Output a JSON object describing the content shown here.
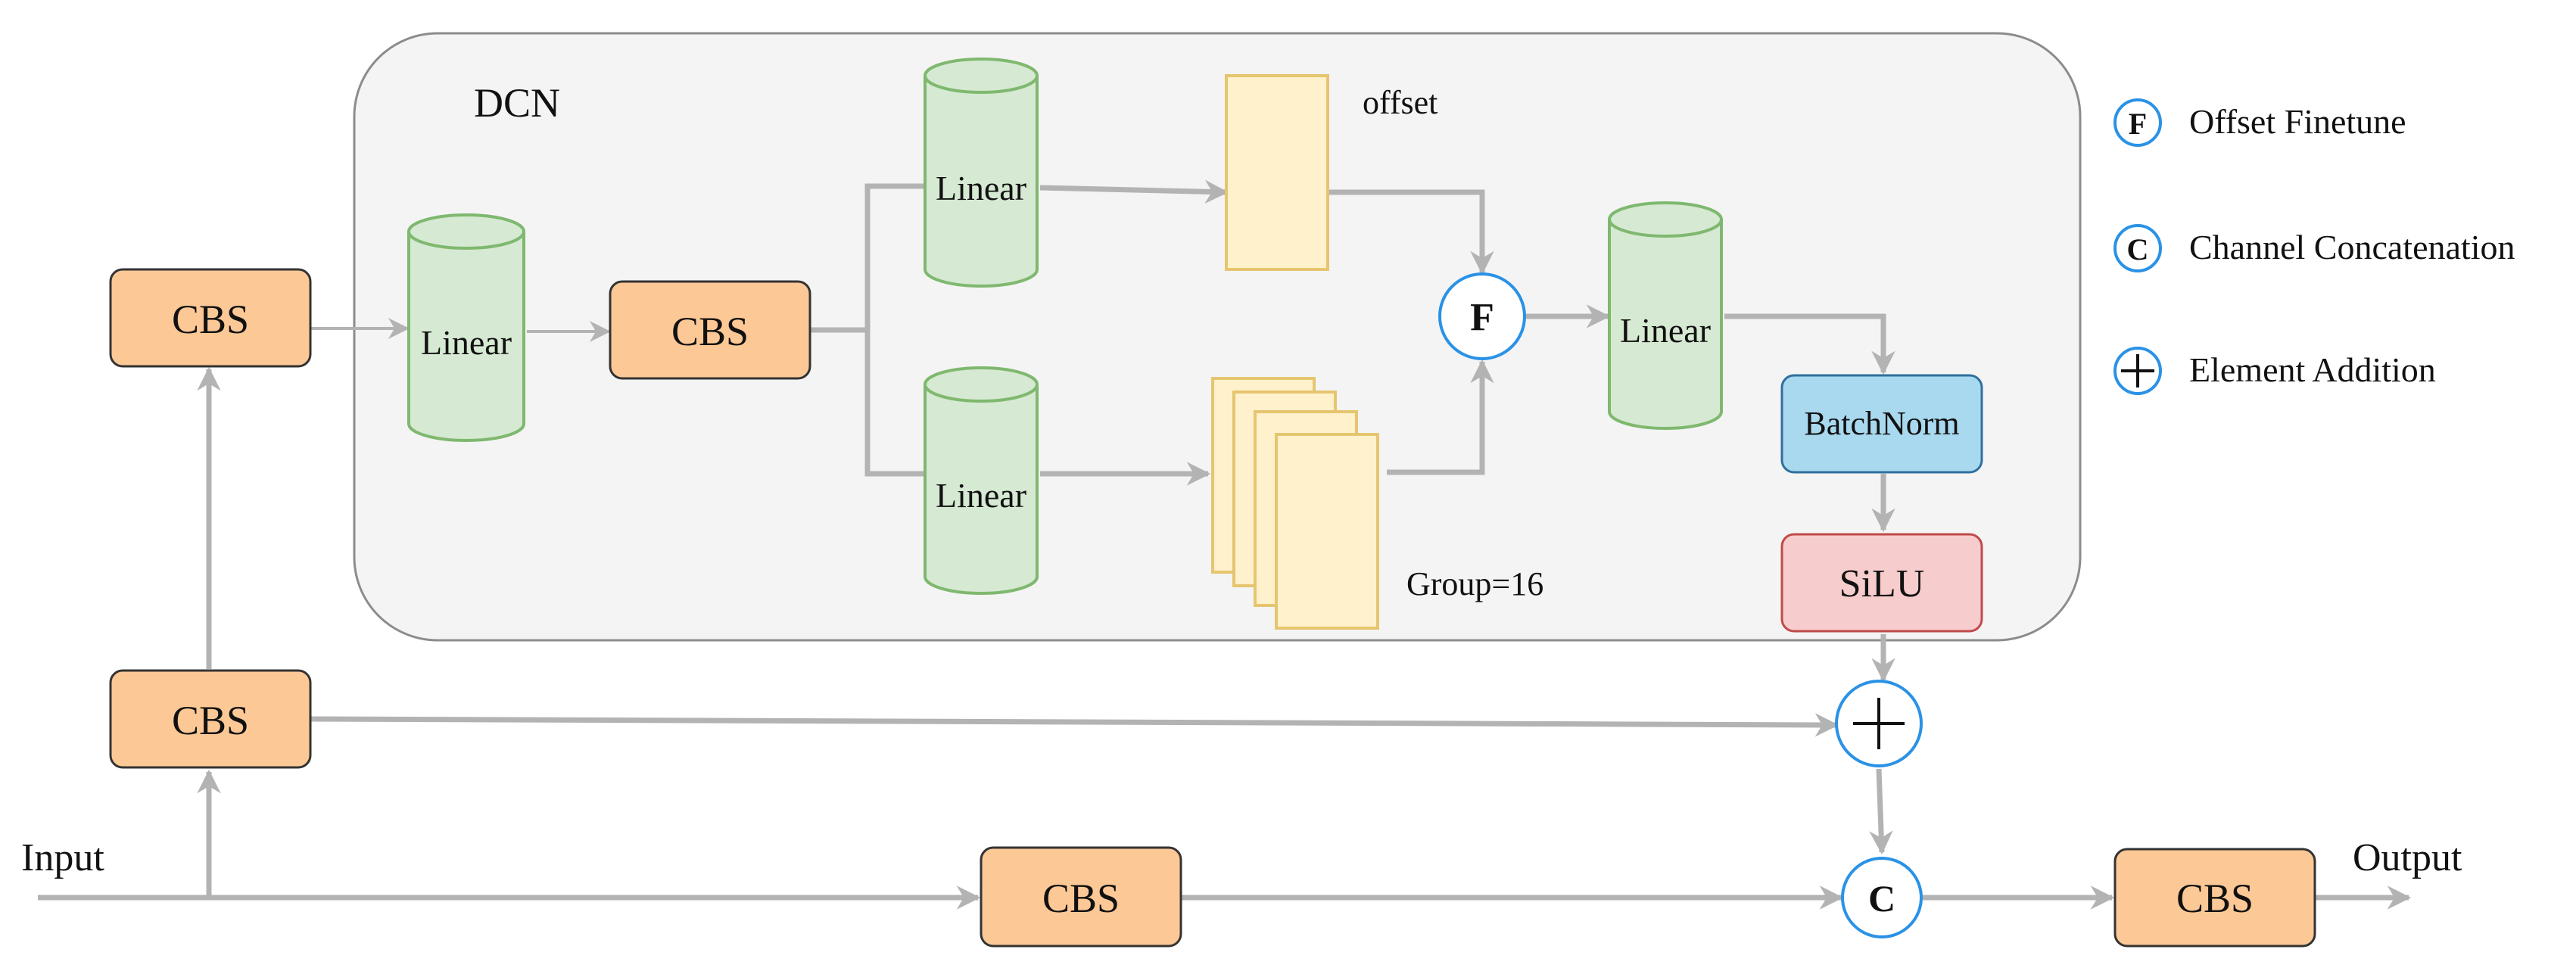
{
  "dcn": {
    "title": "DCN"
  },
  "blocks": {
    "cbs_label": "CBS",
    "linear_label": "Linear",
    "batchnorm_label": "BatchNorm",
    "silu_label": "SiLU"
  },
  "labels": {
    "offset": "offset",
    "group": "Group=16",
    "input": "Input",
    "output": "Output"
  },
  "operators": {
    "finetune_symbol": "F",
    "concat_symbol": "C"
  },
  "legend": [
    {
      "symbol": "F",
      "text": "Offset Finetune"
    },
    {
      "symbol": "C",
      "text": "Channel Concatenation"
    },
    {
      "symbol": "+",
      "text": "Element Addition"
    }
  ],
  "colors": {
    "cbs_fill": "#fcc896",
    "linear_fill": "#d6e9d2",
    "linear_stroke": "#7fb86f",
    "feature_fill": "#fff1cc",
    "feature_stroke": "#e6c56f",
    "batchnorm_fill": "#a9d9ee",
    "silu_fill": "#f6cccc",
    "operator_stroke": "#2a92e6",
    "edge": "#b3b3b3",
    "dcn_bg": "#f4f4f4"
  }
}
